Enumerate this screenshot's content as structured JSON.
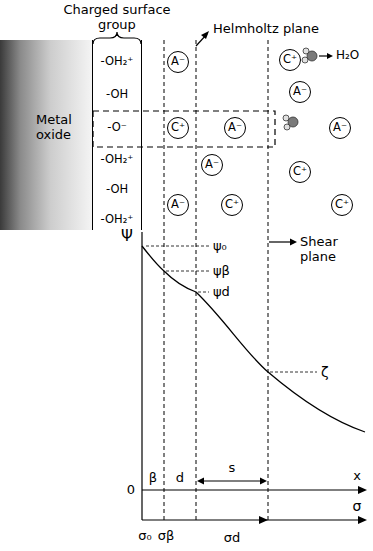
{
  "diagram": {
    "nodes": [
      {
        "text": [
          "Metal oxide"
        ]
      },
      {
        "text": [
          "-OH₂⁺",
          "-OH",
          "-O⁻",
          "-OH₂⁺",
          "-OH",
          "-OH₂⁺"
        ]
      },
      {
        "text": [
          "A⁻"
        ]
      },
      {
        "text": [
          "C⁺"
        ]
      },
      {
        "text": [
          "A⁻"
        ]
      },
      {
        "text": [
          "C⁺"
        ]
      },
      {
        "text": [
          "A⁻"
        ]
      },
      {
        "text": [
          "A⁻"
        ]
      },
      {
        "text": [
          "A⁻"
        ]
      },
      {
        "text": [
          "C⁺"
        ]
      },
      {
        "text": [
          "A⁻"
        ]
      },
      {
        "text": [
          "C⁺"
        ]
      },
      {
        "text": [
          "C⁺"
        ]
      }
    ],
    "edges": [],
    "labels": [
      "Charged surface group",
      "Helmholtz plane",
      "H₂O",
      "Shear plane",
      "Ψ",
      "ψ₀",
      "ψβ",
      "ψd",
      "ζ",
      "0",
      "β",
      "d",
      "s",
      "x",
      "σ",
      "σ₀",
      "σβ",
      "σd"
    ]
  }
}
